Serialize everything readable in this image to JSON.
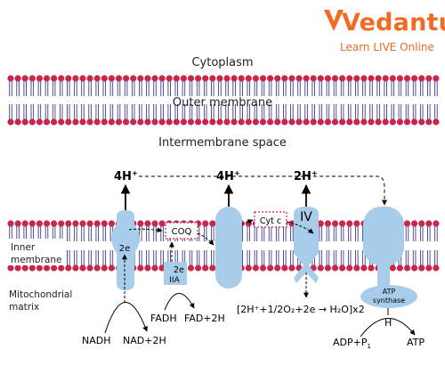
{
  "brand": {
    "name": "Vedantu",
    "tagline": "Learn LIVE Online"
  },
  "colors": {
    "lipid_head": "#c8264c",
    "lipid_tail": "#3c3c8c",
    "protein": "#a8cdea",
    "brand": "#f26b22"
  },
  "regions": {
    "cytoplasm": "Cytoplasm",
    "outer_membrane": "Outer membrane",
    "intermembrane": "Intermembrane space",
    "inner_membrane_line1": "Inner",
    "inner_membrane_line2": "membrane",
    "matrix_line1": "Mitochondrial",
    "matrix_line2": "matrix"
  },
  "protons": {
    "p1": "4H",
    "p2": "4H",
    "p3": "2H",
    "charge": "+"
  },
  "complexes": {
    "c1_electrons": "2e",
    "c2_electrons": "2e",
    "c2_name": "IIA",
    "coq": "COQ",
    "cytc": "Cyt c",
    "c4": "IV",
    "atp_synthase_line1": "ATP",
    "atp_synthase_line2": "synthase"
  },
  "reactions": {
    "nadh": "NADH",
    "nad": "NAD+2H",
    "fadh": "FADH",
    "fad": "FAD+2H",
    "water": "[2H⁺+1/2O₂+2e → H₂O]x2",
    "h": "H",
    "adp": "ADP+P",
    "adp_sub": "1",
    "atp": "ATP"
  }
}
